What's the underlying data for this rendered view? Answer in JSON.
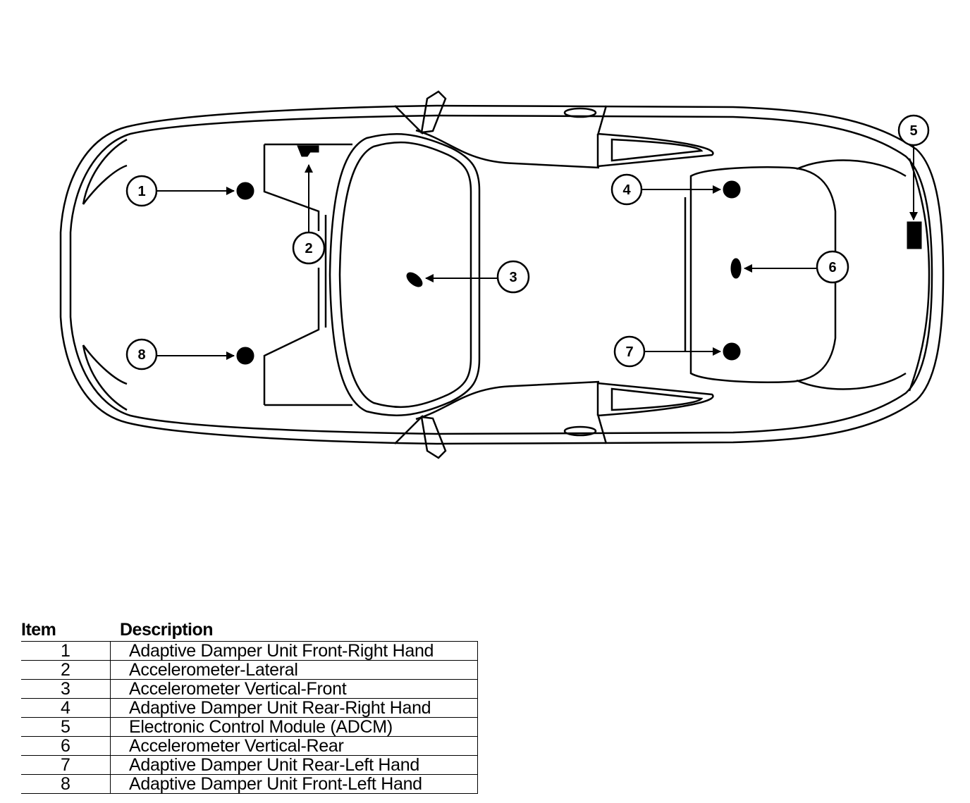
{
  "callouts": [
    {
      "label": "1"
    },
    {
      "label": "2"
    },
    {
      "label": "3"
    },
    {
      "label": "4"
    },
    {
      "label": "5"
    },
    {
      "label": "6"
    },
    {
      "label": "7"
    },
    {
      "label": "8"
    }
  ],
  "legend": {
    "headers": {
      "item": "Item",
      "description": "Description"
    },
    "rows": [
      {
        "item": "1",
        "description": "Adaptive Damper Unit Front-Right Hand"
      },
      {
        "item": "2",
        "description": "Accelerometer-Lateral"
      },
      {
        "item": "3",
        "description": "Accelerometer Vertical-Front"
      },
      {
        "item": "4",
        "description": "Adaptive Damper Unit Rear-Right Hand"
      },
      {
        "item": "5",
        "description": "Electronic Control Module (ADCM)"
      },
      {
        "item": "6",
        "description": "Accelerometer Vertical-Rear"
      },
      {
        "item": "7",
        "description": "Adaptive Damper Unit Rear-Left Hand"
      },
      {
        "item": "8",
        "description": "Adaptive Damper Unit Front-Left Hand"
      }
    ]
  }
}
